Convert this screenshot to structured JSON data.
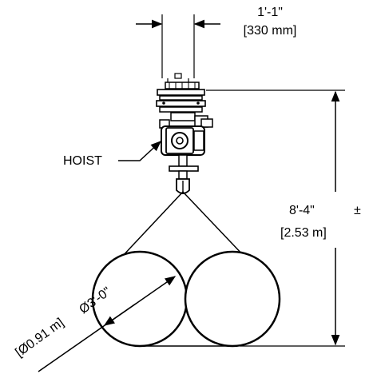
{
  "width_dim": {
    "imperial": "1'-1\"",
    "metric": "[330 mm]"
  },
  "height_dim": {
    "imperial": "8'-4\"",
    "tolerance": "±",
    "metric": "[2.53 m]"
  },
  "diameter_dim": {
    "imperial": "Ø3'-0\"",
    "metric": "[Ø0.91 m]"
  },
  "callout": {
    "hoist": "HOIST"
  },
  "colors": {
    "line": "#000000",
    "background": "#ffffff"
  }
}
